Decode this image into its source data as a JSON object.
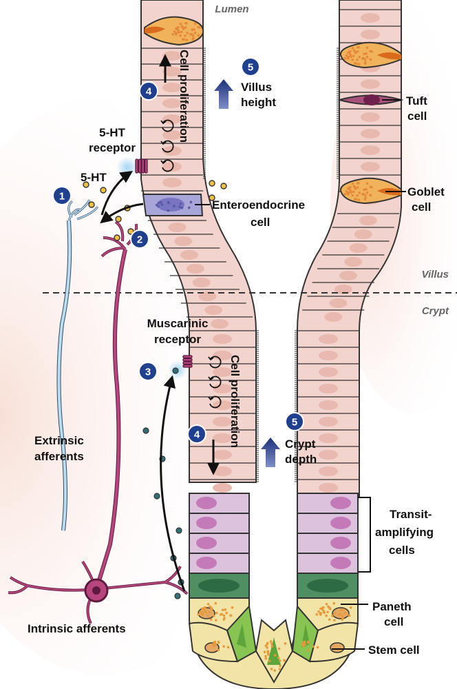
{
  "regions": {
    "lumen": "Lumen",
    "villus": "Villus",
    "crypt": "Crypt"
  },
  "labels": {
    "cell_prolif_top": "Cell proliferation",
    "cell_prolif_bottom": "Cell proliferation",
    "villus_height_1": "Villus",
    "villus_height_2": "height",
    "tuft_1": "Tuft",
    "tuft_2": "cell",
    "ht_receptor_1": "5-HT",
    "ht_receptor_2": "receptor",
    "ht": "5-HT",
    "goblet_1": "Goblet",
    "goblet_2": "cell",
    "entero_1": "Enteroendocrine",
    "entero_2": "cell",
    "muscarinic_1": "Muscarinic",
    "muscarinic_2": "receptor",
    "crypt_depth_1": "Crypt",
    "crypt_depth_2": "depth",
    "extrinsic_1": "Extrinsic",
    "extrinsic_2": "afferents",
    "transit_1": "Transit-",
    "transit_2": "amplifying",
    "transit_3": "cells",
    "paneth_1": "Paneth",
    "paneth_2": "cell",
    "stem": "Stem cell",
    "intrinsic": "Intrinsic afferents"
  },
  "steps": {
    "s1": "1",
    "s2": "2",
    "s3": "3",
    "s4a": "4",
    "s4b": "4",
    "s5a": "5",
    "s5b": "5"
  },
  "colors": {
    "epithelium": "#f3d3cd",
    "nucleus": "#e9b9ad",
    "enteroendocrine": "#a8a6d8",
    "transit": "#dcc2dc",
    "transit_nucleus": "#c47ab9",
    "paneth": "#f2e4a6",
    "stem_green": "#74b844",
    "goblet": "#f0b25a",
    "tuft": "#a8517a",
    "intrinsic_neuron": "#b8457e",
    "extrinsic_neuron": "#bcdcef",
    "badge": "#1f3f8f",
    "arrow_blue": "#2b3f8c"
  }
}
